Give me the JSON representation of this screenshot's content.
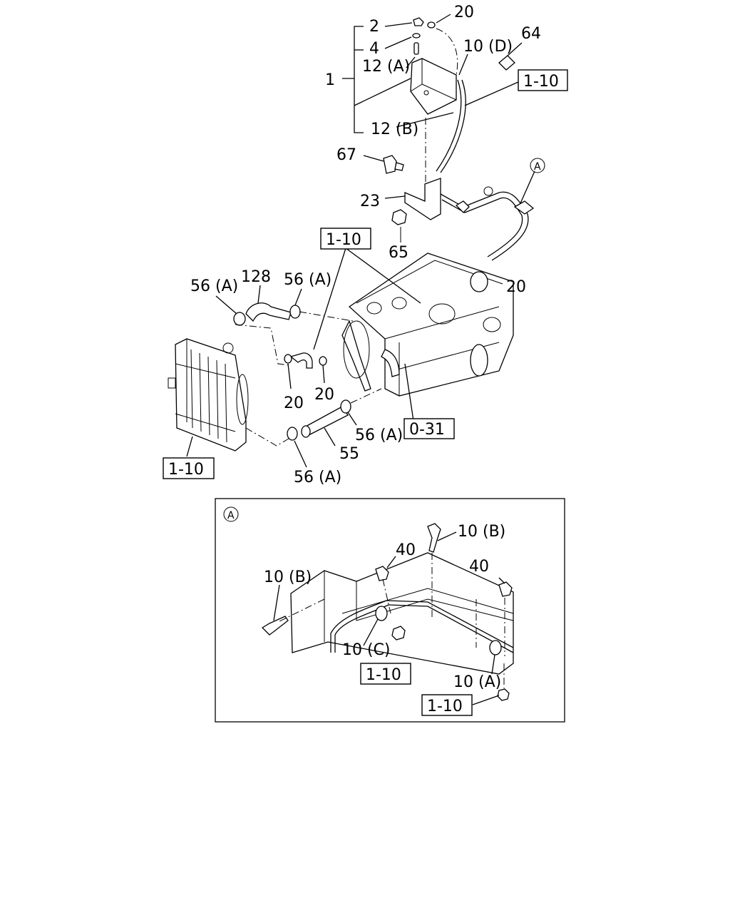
{
  "labels": {
    "l2": "2",
    "l20_top": "20",
    "l4": "4",
    "l10d": "10 (D)",
    "l64": "64",
    "l12a": "12 (A)",
    "l1": "1",
    "l12b": "12 (B)",
    "l67": "67",
    "l23": "23",
    "l65": "65",
    "l128": "128",
    "l56a_1": "56 (A)",
    "l56a_2": "56 (A)",
    "l20_right": "20",
    "l20_mid1": "20",
    "l20_mid2": "20",
    "l56a_3": "56 (A)",
    "l55": "55",
    "l56a_4": "56 (A)",
    "detail_circle_top": "A",
    "detail_circle_inset": "A",
    "l10b_top": "10 (B)",
    "l40_left": "40",
    "l40_right": "40",
    "l10b_left": "10 (B)",
    "l10c": "10 (C)",
    "l10a": "10 (A)"
  },
  "refboxes": {
    "r110_topright": "1-10",
    "r110_center": "1-10",
    "r031": "0-31",
    "r110_left": "1-10",
    "r110_inset_mid": "1-10",
    "r110_inset_bottom": "1-10"
  }
}
